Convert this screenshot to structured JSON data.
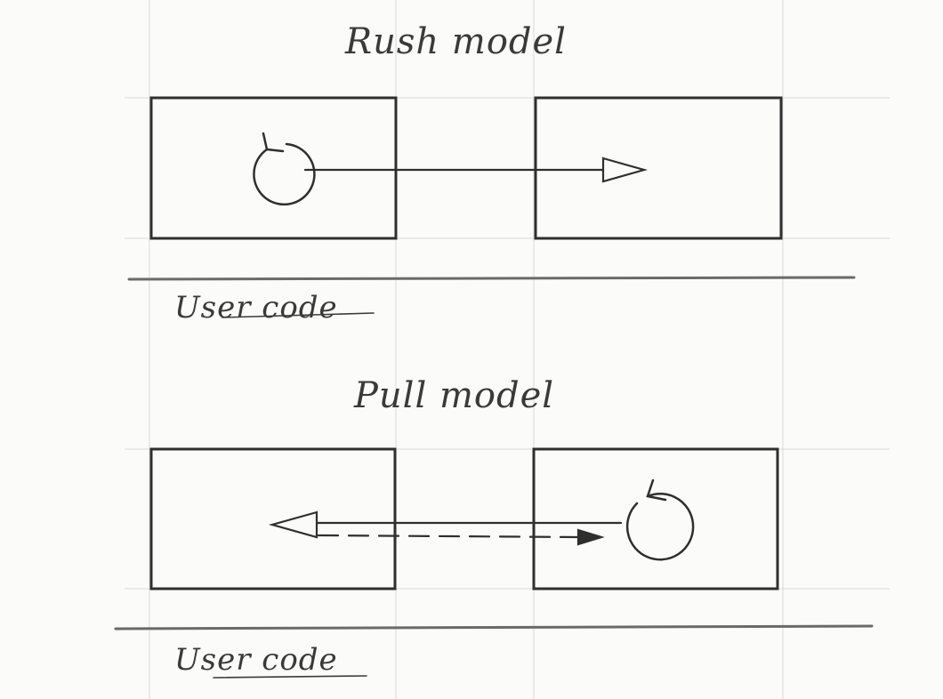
{
  "diagram": {
    "push_section": {
      "title": "Rush model",
      "caption": "User code"
    },
    "pull_section": {
      "title": "Pull model",
      "caption": "User code"
    },
    "colors": {
      "paper": "#fbfbf9",
      "pencil": "#2f2f2f",
      "guide": "#d8d8d8"
    }
  }
}
